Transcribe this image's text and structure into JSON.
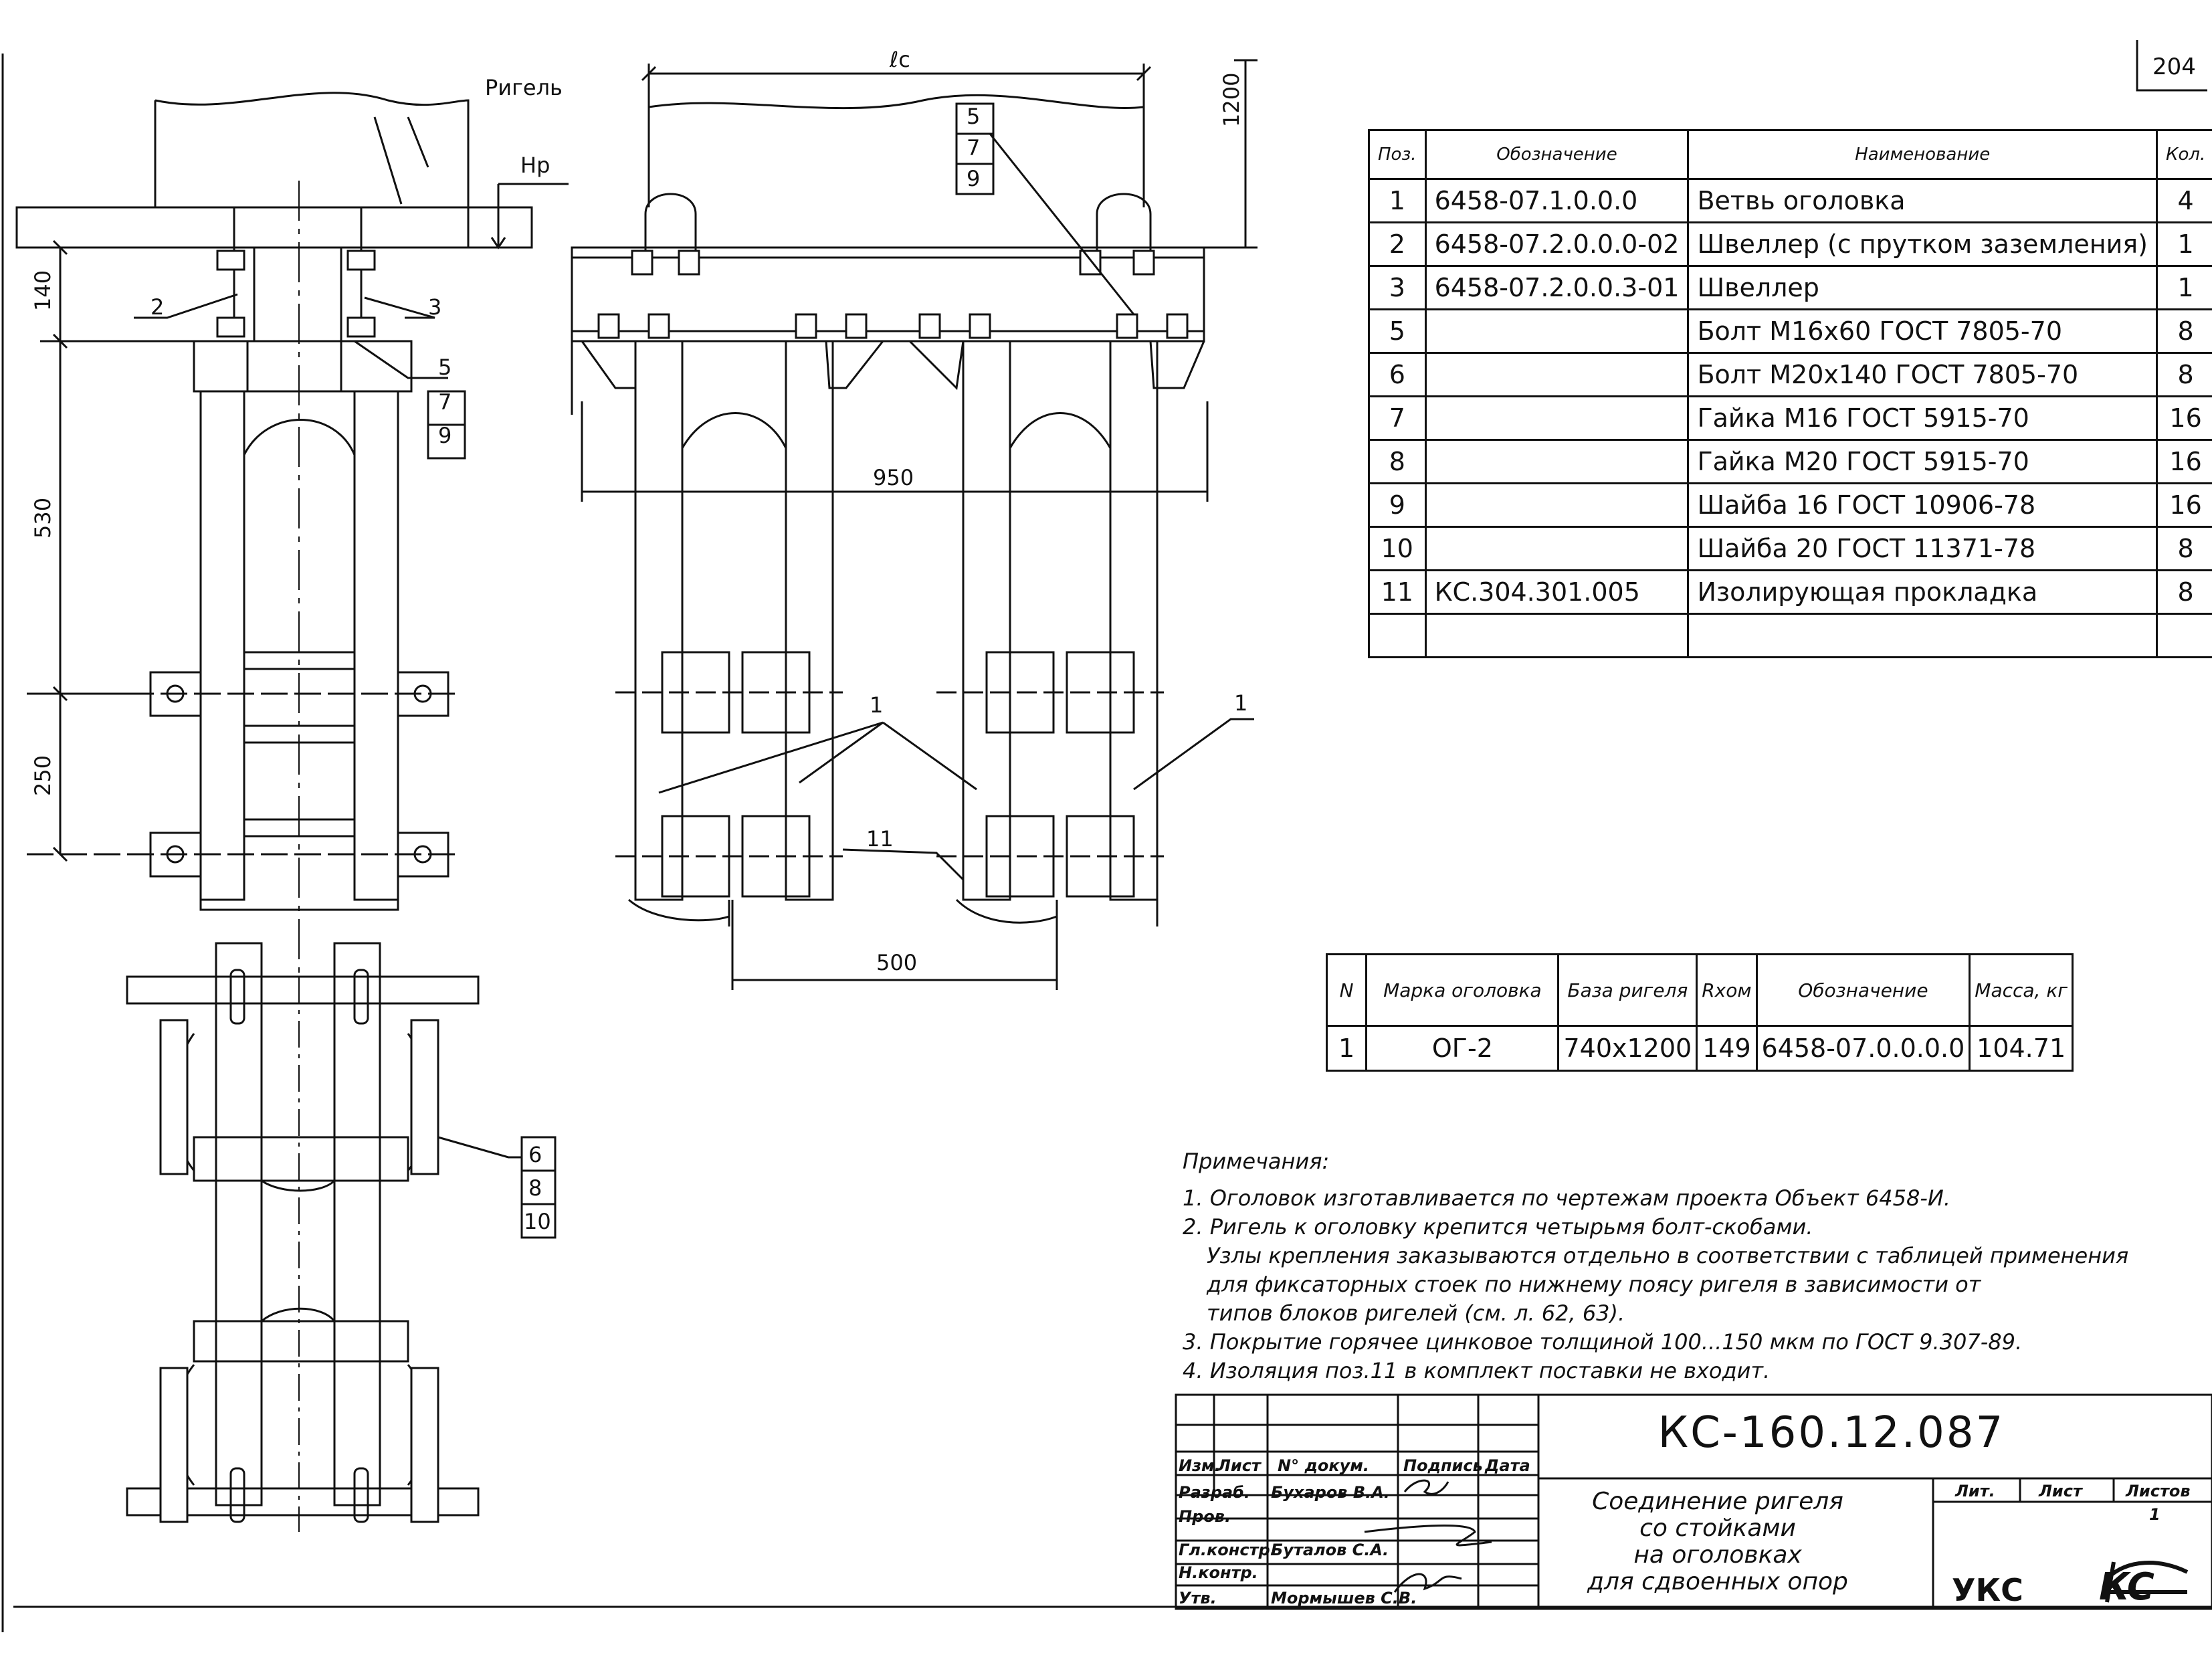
{
  "sheet_number": "204",
  "drawing": {
    "labels": {
      "rigel": "Ригель",
      "hr": "Нр",
      "c": "ℓс"
    },
    "dims": {
      "d140": "140",
      "d530": "530",
      "d250": "250",
      "d1200": "1200",
      "d950": "950",
      "d500": "500"
    },
    "callouts": {
      "p1": "1",
      "p2": "2",
      "p3": "3",
      "p5": "5",
      "p7": "7",
      "p9": "9",
      "p6": "6",
      "p8": "8",
      "p10": "10",
      "p11": "11"
    }
  },
  "spec_table": {
    "headers": [
      "Поз.",
      "Обозначение",
      "Наименование",
      "Кол."
    ],
    "rows": [
      {
        "pos": "1",
        "code": "6458-07.1.0.0.0",
        "name": "Ветвь оголовка",
        "qty": "4"
      },
      {
        "pos": "2",
        "code": "6458-07.2.0.0.0-02",
        "name": "Швеллер (с прутком заземления)",
        "qty": "1"
      },
      {
        "pos": "3",
        "code": "6458-07.2.0.0.3-01",
        "name": "Швеллер",
        "qty": "1"
      },
      {
        "pos": "5",
        "code": "",
        "name": "Болт М16х60 ГОСТ 7805-70",
        "qty": "8"
      },
      {
        "pos": "6",
        "code": "",
        "name": "Болт М20х140 ГОСТ 7805-70",
        "qty": "8"
      },
      {
        "pos": "7",
        "code": "",
        "name": "Гайка М16 ГОСТ 5915-70",
        "qty": "16"
      },
      {
        "pos": "8",
        "code": "",
        "name": "Гайка М20 ГОСТ 5915-70",
        "qty": "16"
      },
      {
        "pos": "9",
        "code": "",
        "name": "Шайба 16  ГОСТ 10906-78",
        "qty": "16"
      },
      {
        "pos": "10",
        "code": "",
        "name": "Шайба 20  ГОСТ 11371-78",
        "qty": "8"
      },
      {
        "pos": "11",
        "code": "КС.304.301.005",
        "name": "Изолирующая прокладка",
        "qty": "8"
      },
      {
        "pos": "",
        "code": "",
        "name": "",
        "qty": ""
      }
    ]
  },
  "mark_table": {
    "headers": [
      "N",
      "Марка оголовка",
      "База ригеля",
      "Rхом",
      "Обозначение",
      "Масса, кг"
    ],
    "rows": [
      [
        "1",
        "ОГ-2",
        "740х1200",
        "149",
        "6458-07.0.0.0.0",
        "104.71"
      ]
    ]
  },
  "notes": {
    "title": "Примечания:",
    "items": [
      "1. Оголовок изготавливается по чертежам проекта Объект 6458-И.",
      "2. Ригель к оголовку крепится четырьмя болт-скобами.",
      "Узлы крепления заказываются отдельно в соответствии с таблицей применения",
      "для фиксаторных стоек по нижнему поясу ригеля в зависимости от",
      "типов блоков ригелей (см. л. 62, 63).",
      "3. Покрытие горячее цинковое толщиной 100...150 мкм по ГОСТ 9.307-89.",
      "4. Изоляция поз.11 в комплект поставки не входит."
    ]
  },
  "title_block": {
    "doc_number": "КС-160.12.087",
    "title_lines": [
      "Соединение ригеля",
      "со стойками",
      "на оголовках",
      "для сдвоенных опор"
    ],
    "col_headers": [
      "Изм.",
      "Лист",
      "N° докум.",
      "Подпись",
      "Дата"
    ],
    "roles": [
      "Разраб.",
      "Пров.",
      "Гл.констр.",
      "Н.контр.",
      "Утв."
    ],
    "names": [
      "Бухаров В.А.",
      "",
      "Буталов С.А.",
      "",
      "Мормышев С.В."
    ],
    "stage_headers": [
      "Лит.",
      "Лист",
      "Листов"
    ],
    "sheets_total": "1",
    "org": "УКС",
    "logo_letters": "КС"
  }
}
